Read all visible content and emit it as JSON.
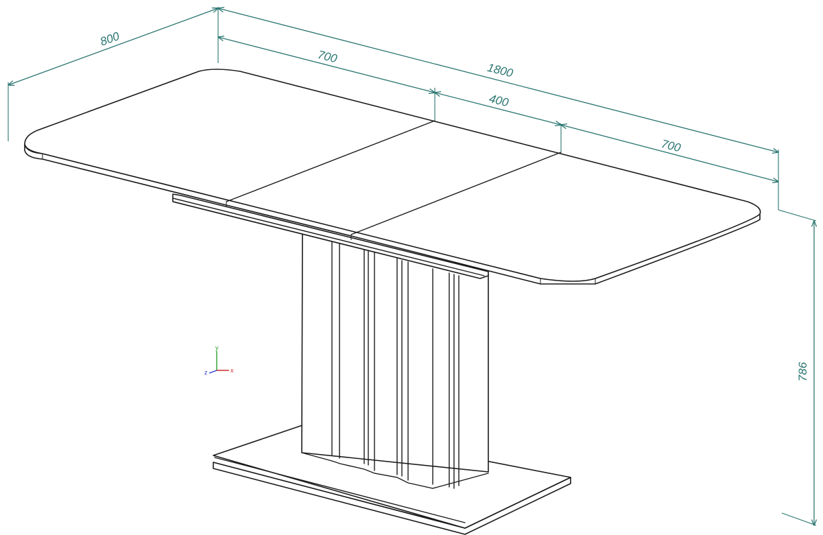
{
  "colors": {
    "dimension": "#2a7570",
    "outline": "#1a1a1a",
    "axis_x": "#cc2a2a",
    "axis_y": "#2aa02a",
    "axis_z": "#2a3acc"
  },
  "dimensions": {
    "overall_length": "1800",
    "depth": "800",
    "left_section": "700",
    "middle_extension": "400",
    "right_section": "700",
    "height": "786"
  },
  "axes": {
    "x": "x",
    "y": "y",
    "z": "z"
  },
  "icons": {
    "axis_triad": "xyz-axis-icon"
  }
}
